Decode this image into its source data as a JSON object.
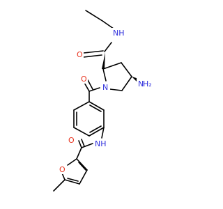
{
  "colors": {
    "bond": "#000000",
    "N": "#2f2fdc",
    "O": "#e8331f",
    "background": "#ffffff"
  },
  "atoms": {
    "amide_top_O": "O",
    "amide_top_NH": "NH",
    "amine_NH2_N": "N",
    "amine_NH2_H2": "H₂",
    "pyrrolidine_N": "N",
    "carbonyl_mid_O": "O",
    "anilide_NH": "NH",
    "furanamide_O": "O",
    "furan_ring_O": "O"
  }
}
